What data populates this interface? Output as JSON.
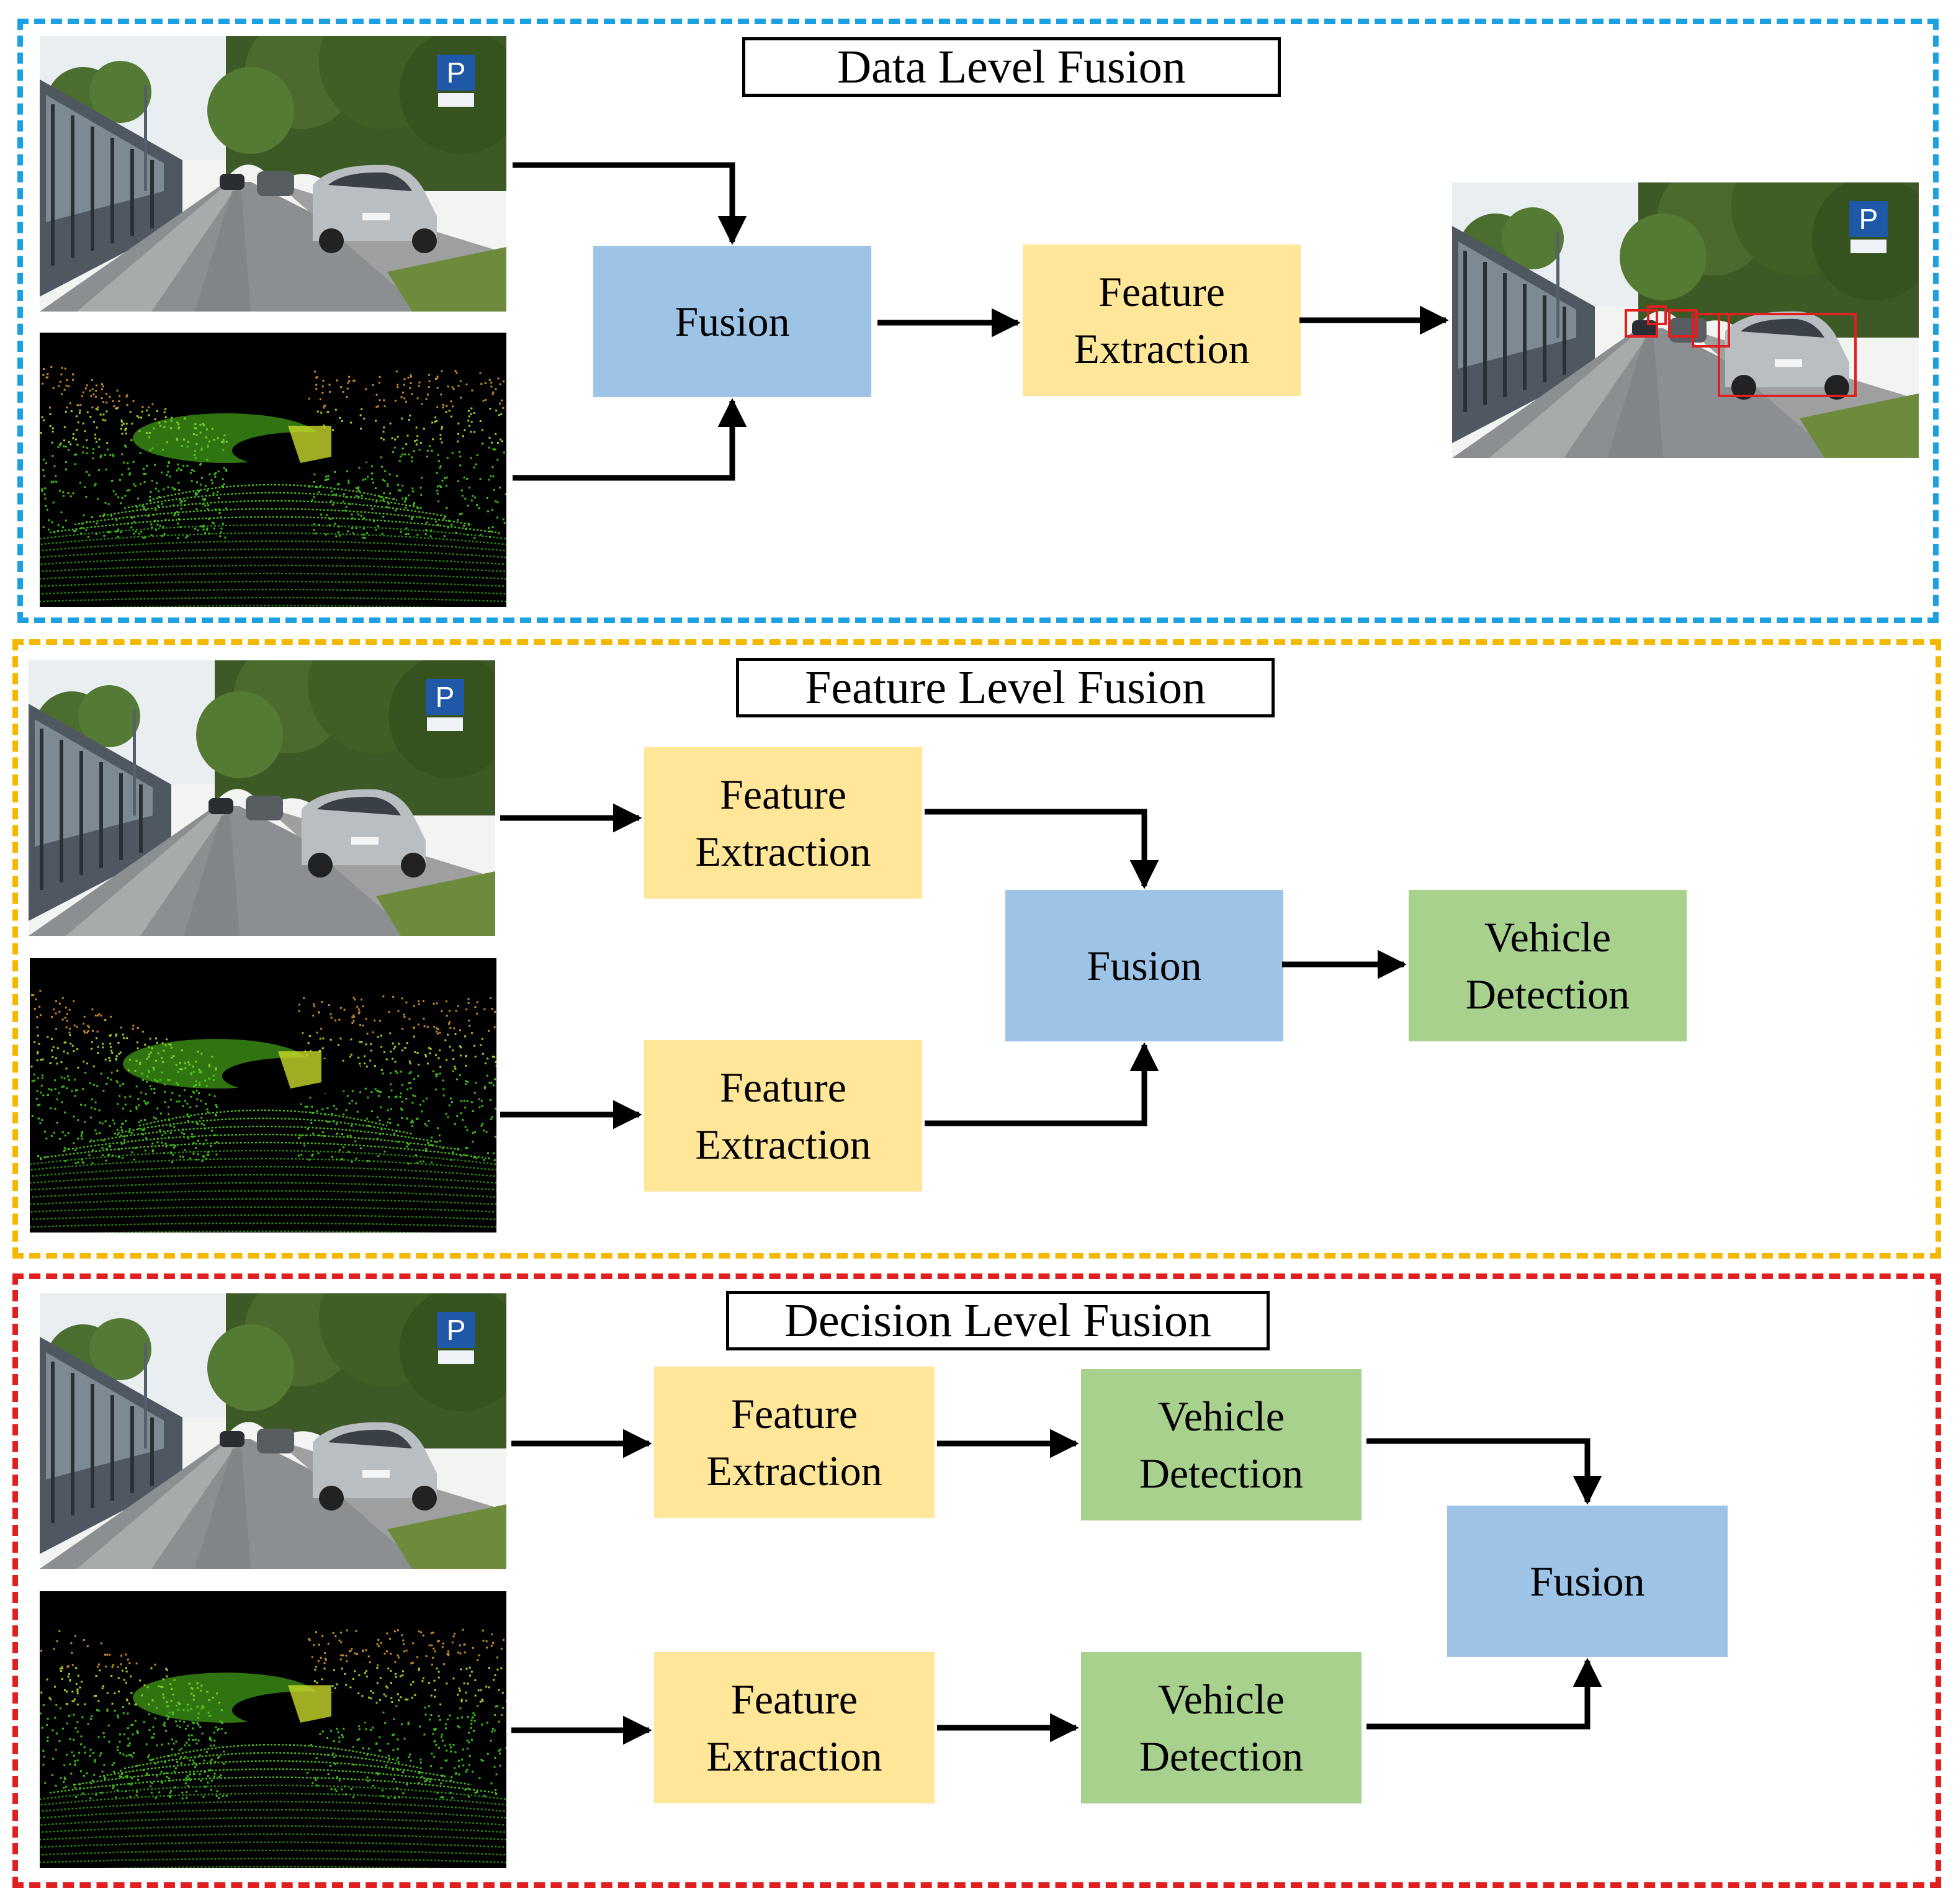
{
  "colors": {
    "data_frame": "#1ba1e2",
    "feature_frame": "#f5b800",
    "decision_frame": "#e02020",
    "fusion_fill": "#9dc3e6",
    "feature_fill": "#ffe699",
    "vehicle_fill": "#a9d18e",
    "arrow": "#000000"
  },
  "icons": {
    "camera_image": "street-camera-image",
    "lidar_image": "lidar-point-cloud-image",
    "result_image": "detection-result-image",
    "parking_sign": "parking-sign-icon"
  },
  "data_level": {
    "title": "Data Level Fusion",
    "fusion": "Fusion",
    "feature_line1": "Feature",
    "feature_line2": "Extraction"
  },
  "feature_level": {
    "title": "Feature Level Fusion",
    "feature_top_line1": "Feature",
    "feature_top_line2": "Extraction",
    "feature_bottom_line1": "Feature",
    "feature_bottom_line2": "Extraction",
    "fusion": "Fusion",
    "vehicle_line1": "Vehicle",
    "vehicle_line2": "Detection"
  },
  "decision_level": {
    "title": "Decision Level Fusion",
    "feature_top_line1": "Feature",
    "feature_top_line2": "Extraction",
    "vehicle_top_line1": "Vehicle",
    "vehicle_top_line2": "Detection",
    "feature_bottom_line1": "Feature",
    "feature_bottom_line2": "Extraction",
    "vehicle_bottom_line1": "Vehicle",
    "vehicle_bottom_line2": "Detection",
    "fusion": "Fusion"
  }
}
